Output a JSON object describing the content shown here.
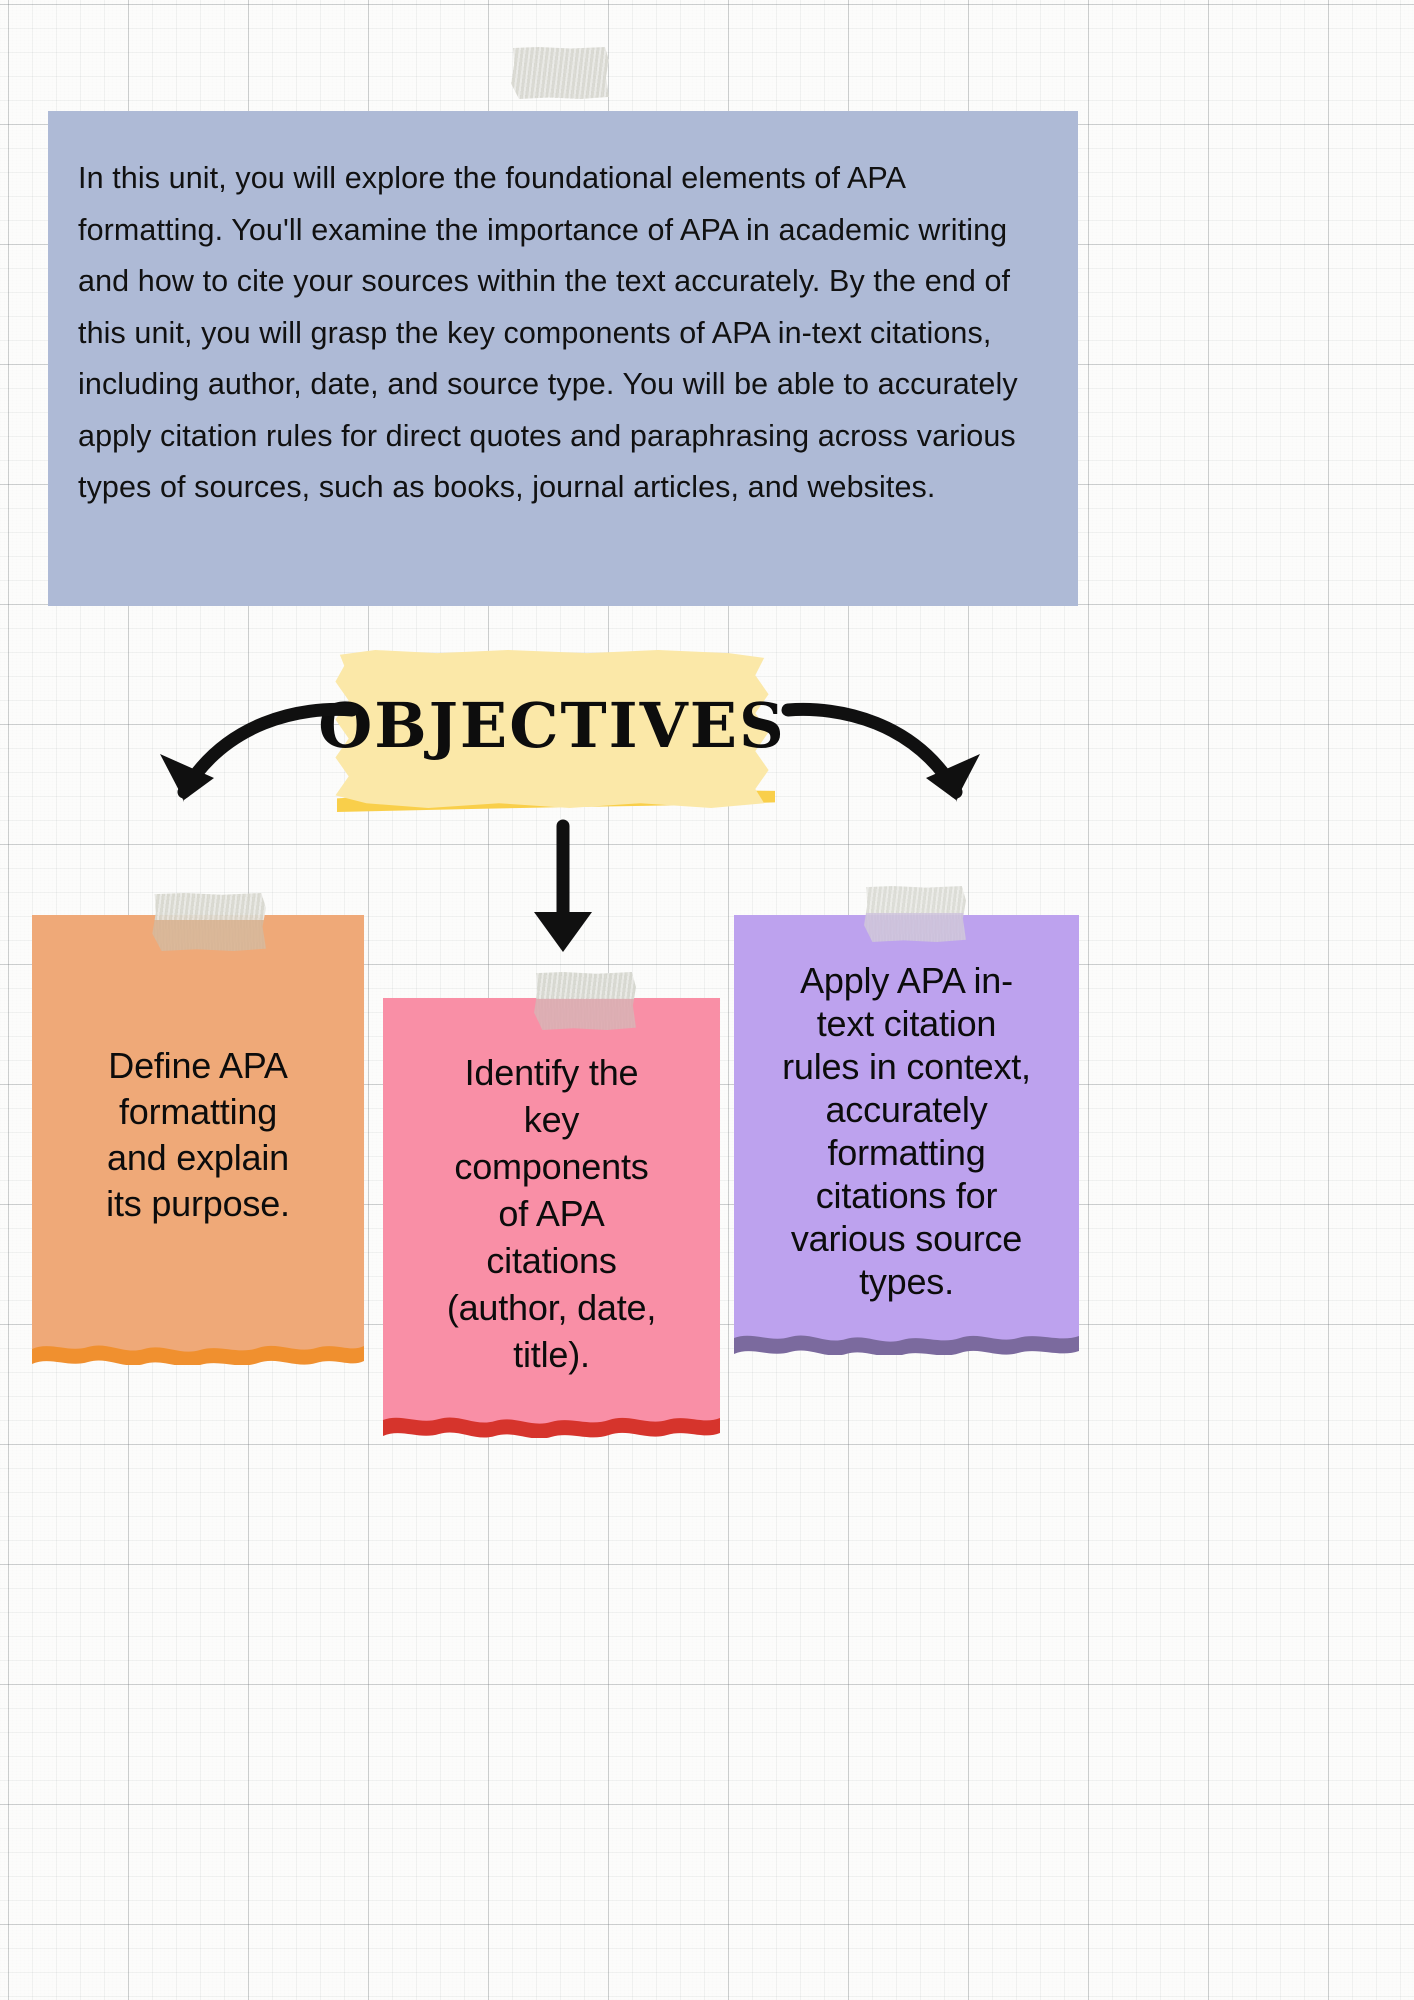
{
  "page": {
    "background": "#fcfcfb",
    "grid_color": "#787d82"
  },
  "intro": {
    "background_color": "#aebad6",
    "text": "In this unit, you will explore the foundational elements of APA formatting. You'll examine the importance of APA in academic writing and how to cite your sources within the text accurately. By the end of this unit, you will grasp the key components of APA in-text citations, including author, date, and source type. You will be able to accurately apply citation rules for direct quotes and paraphrasing across various types of sources, such as books, journal articles, and websites."
  },
  "banner": {
    "title": "OBJECTIVES",
    "paper_color": "#fbe8a8",
    "underline_color": "#f9cf4a"
  },
  "arrows": [
    {
      "name": "arrow-to-card-1",
      "direction": "curve-left-down"
    },
    {
      "name": "arrow-to-card-2",
      "direction": "straight-down"
    },
    {
      "name": "arrow-to-card-3",
      "direction": "curve-right-down"
    }
  ],
  "cards": [
    {
      "id": "card-1",
      "text": "Define APA\nformatting\nand explain\nits purpose.",
      "color": "#efa978",
      "torn_edge_color": "#f0902f",
      "tape_color": "#d9b89a"
    },
    {
      "id": "card-2",
      "text": "Identify the\nkey\ncomponents\nof APA\ncitations\n(author, date,\ntitle).",
      "color": "#f98fa6",
      "torn_edge_color": "#d6342c",
      "tape_color": "#dcb0b4"
    },
    {
      "id": "card-3",
      "text": "Apply APA in-\ntext citation\nrules in context,\naccurately\nformatting\ncitations for\nvarious source\ntypes.",
      "color": "#bda2ee",
      "torn_edge_color": "#7b6a9e",
      "tape_color": "#cfc4dd"
    }
  ],
  "tapes": [
    {
      "name": "tape-top",
      "color": "#d9d9d2"
    },
    {
      "name": "tape-orange-card",
      "color": "#d9b89a"
    },
    {
      "name": "tape-pink-card",
      "color": "#dcb0b4"
    },
    {
      "name": "tape-purple-card",
      "color": "#cfc4dd"
    }
  ]
}
